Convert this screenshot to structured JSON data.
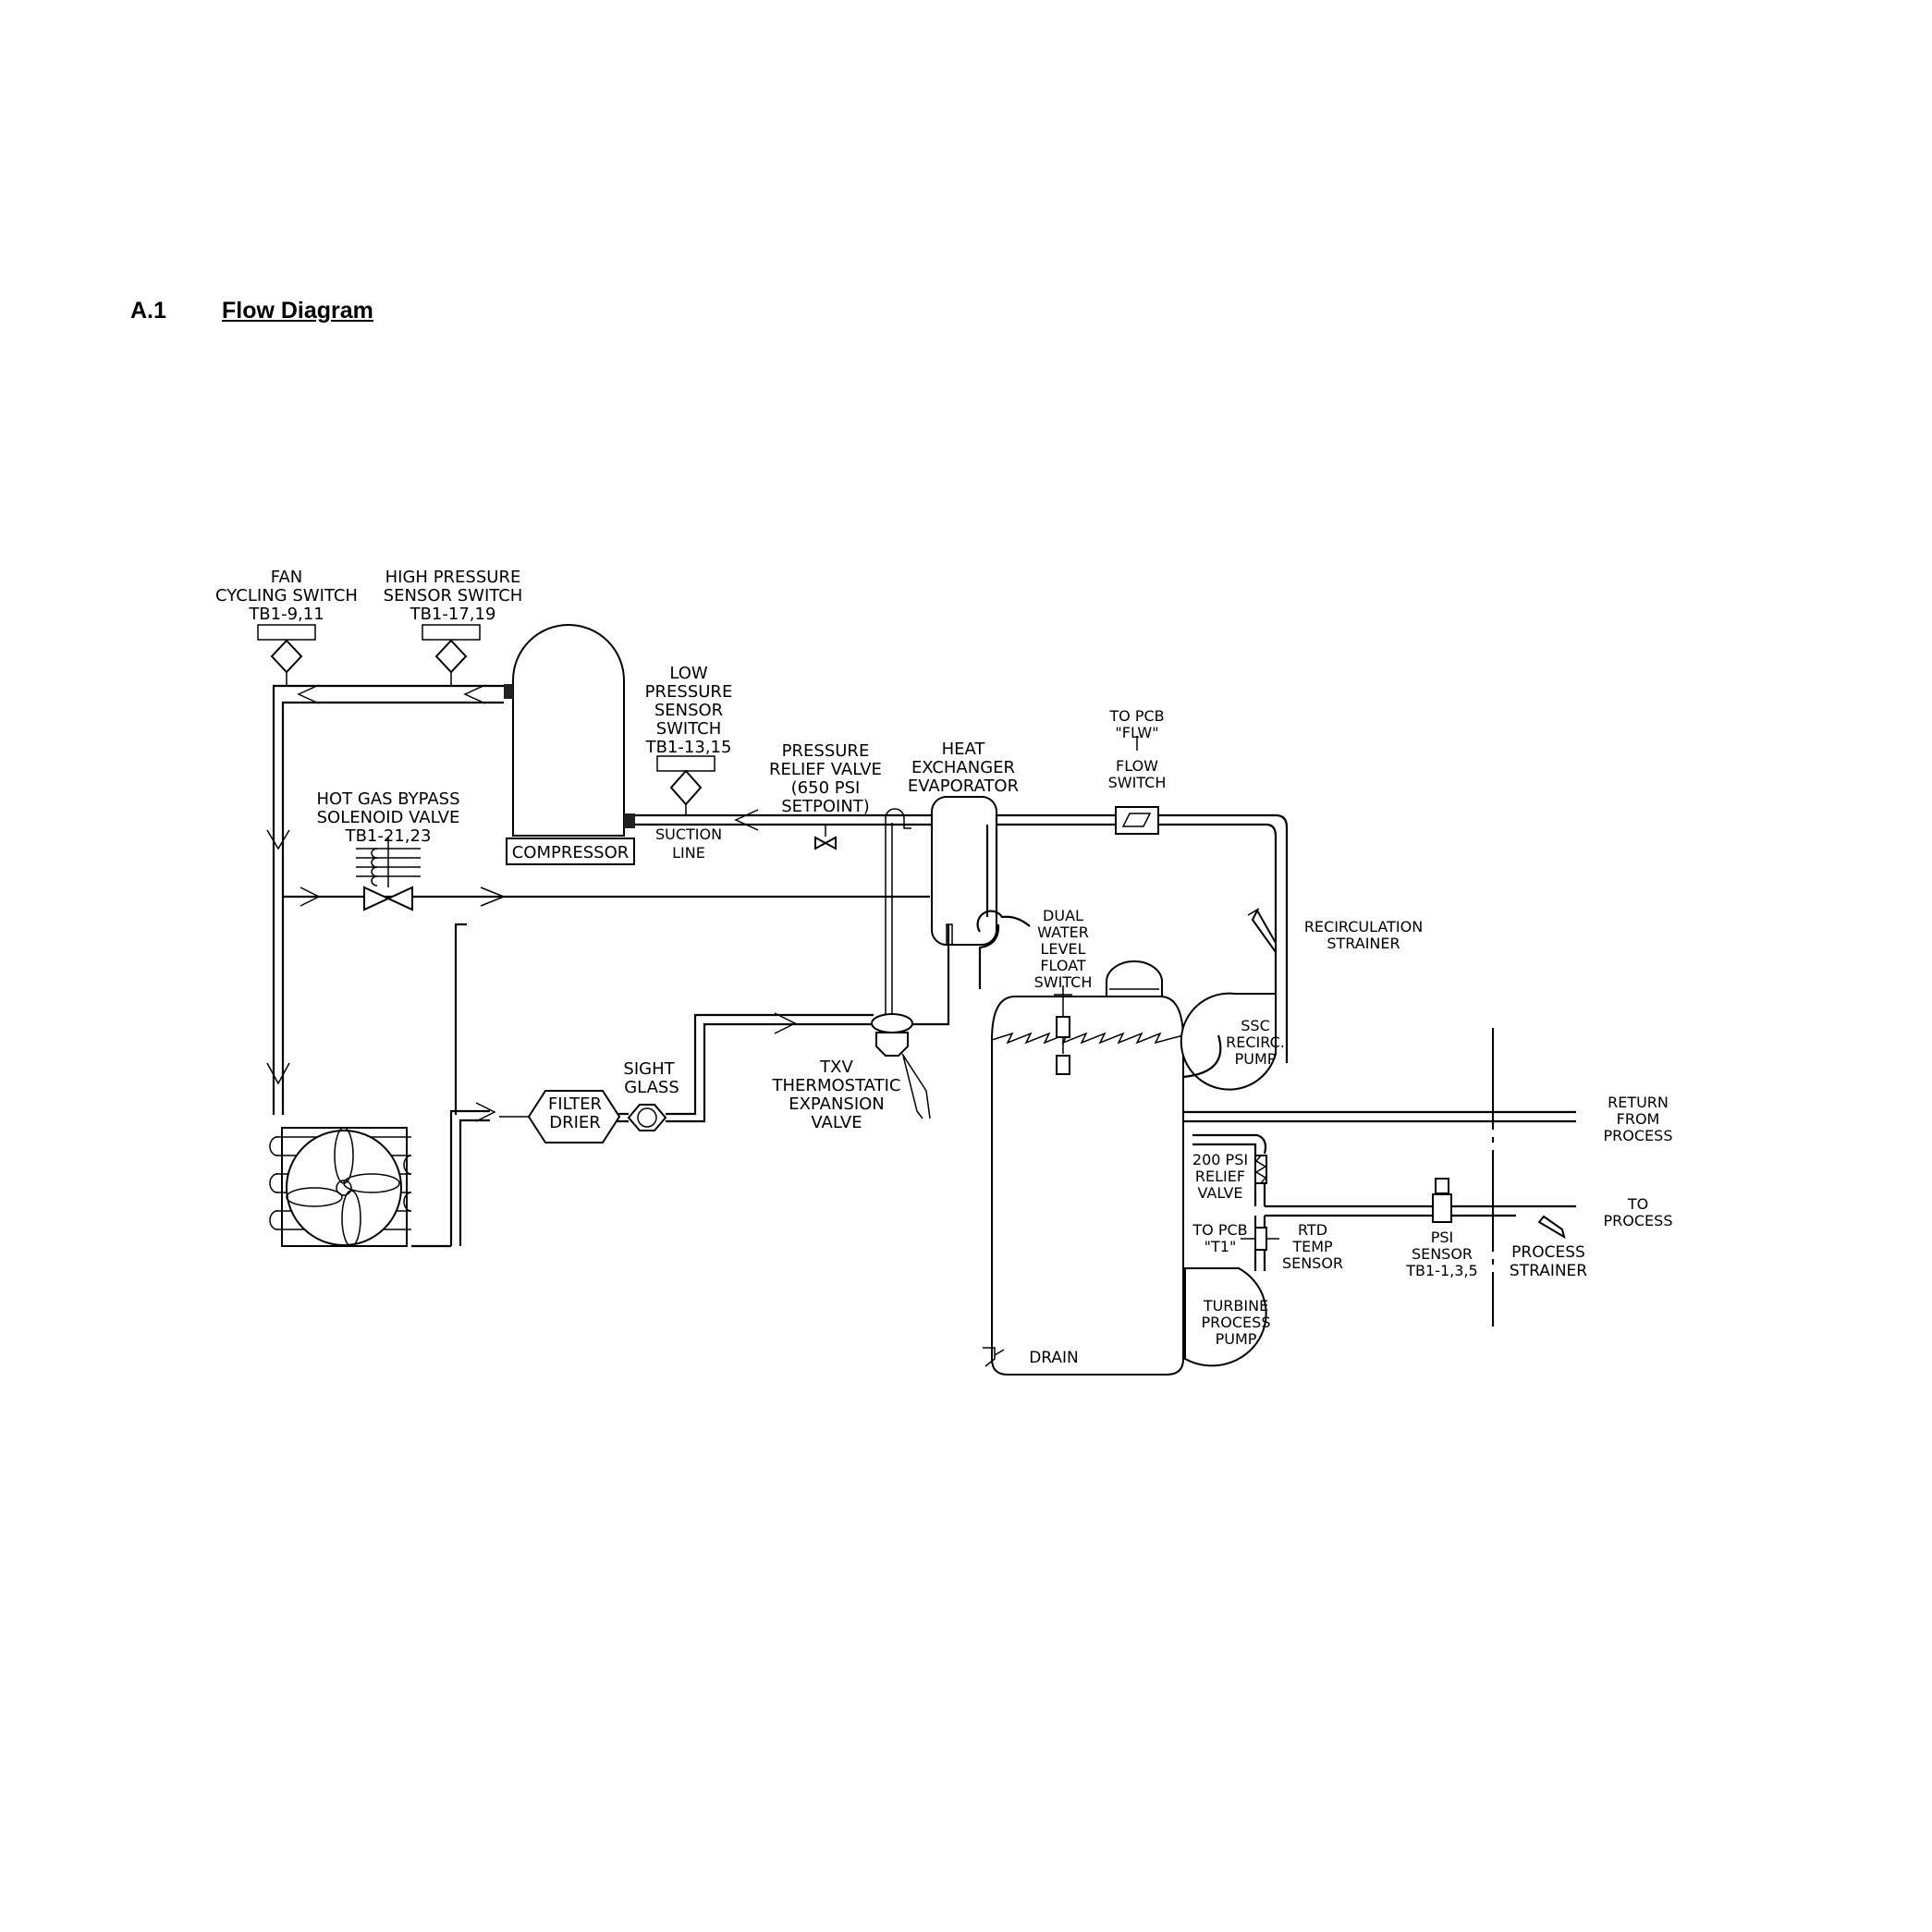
{
  "section": {
    "number": "A.1",
    "title": "Flow Diagram"
  },
  "labels": {
    "fan_cycling_switch": [
      "FAN",
      "CYCLING SWITCH",
      "TB1-9,11"
    ],
    "high_pressure_switch": [
      "HIGH PRESSURE",
      "SENSOR SWITCH",
      "TB1-17,19"
    ],
    "low_pressure_switch": [
      "LOW",
      "PRESSURE",
      "SENSOR",
      "SWITCH",
      "TB1-13,15"
    ],
    "pressure_relief_valve": [
      "PRESSURE",
      "RELIEF VALVE",
      "(650 PSI",
      "SETPOINT)"
    ],
    "heat_exchanger": [
      "HEAT",
      "EXCHANGER",
      "EVAPORATOR"
    ],
    "flow_switch": [
      "TO PCB",
      "\"FLW\"",
      "|",
      "FLOW",
      "SWITCH"
    ],
    "hot_gas_bypass": [
      "HOT GAS BYPASS",
      "SOLENOID VALVE",
      "TB1-21,23"
    ],
    "compressor": "COMPRESSOR",
    "suction_line": [
      "SUCTION",
      "LINE"
    ],
    "recirculation_strainer": [
      "RECIRCULATION",
      "STRAINER"
    ],
    "float_switch": [
      "DUAL",
      "WATER",
      "LEVEL",
      "FLOAT",
      "SWITCH"
    ],
    "ssc_pump": [
      "SSC",
      "RECIRC.",
      "PUMP"
    ],
    "sight_glass": [
      "SIGHT",
      "GLASS"
    ],
    "filter_drier": [
      "FILTER",
      "DRIER"
    ],
    "txv": [
      "TXV",
      "THERMOSTATIC",
      "EXPANSION",
      "VALVE"
    ],
    "return_from_process": [
      "RETURN",
      "FROM",
      "PROCESS"
    ],
    "relief_valve_200": [
      "200 PSI",
      "RELIEF",
      "VALVE"
    ],
    "to_process": [
      "TO",
      "PROCESS"
    ],
    "to_pcb_t1": [
      "TO PCB",
      "\"T1\""
    ],
    "rtd_sensor": [
      "RTD",
      "TEMP",
      "SENSOR"
    ],
    "psi_sensor": [
      "PSI",
      "SENSOR",
      "TB1-1,3,5"
    ],
    "process_strainer": [
      "PROCESS",
      "STRAINER"
    ],
    "turbine_pump": [
      "TURBINE",
      "PROCESS",
      "PUMP"
    ],
    "drain": "DRAIN"
  }
}
